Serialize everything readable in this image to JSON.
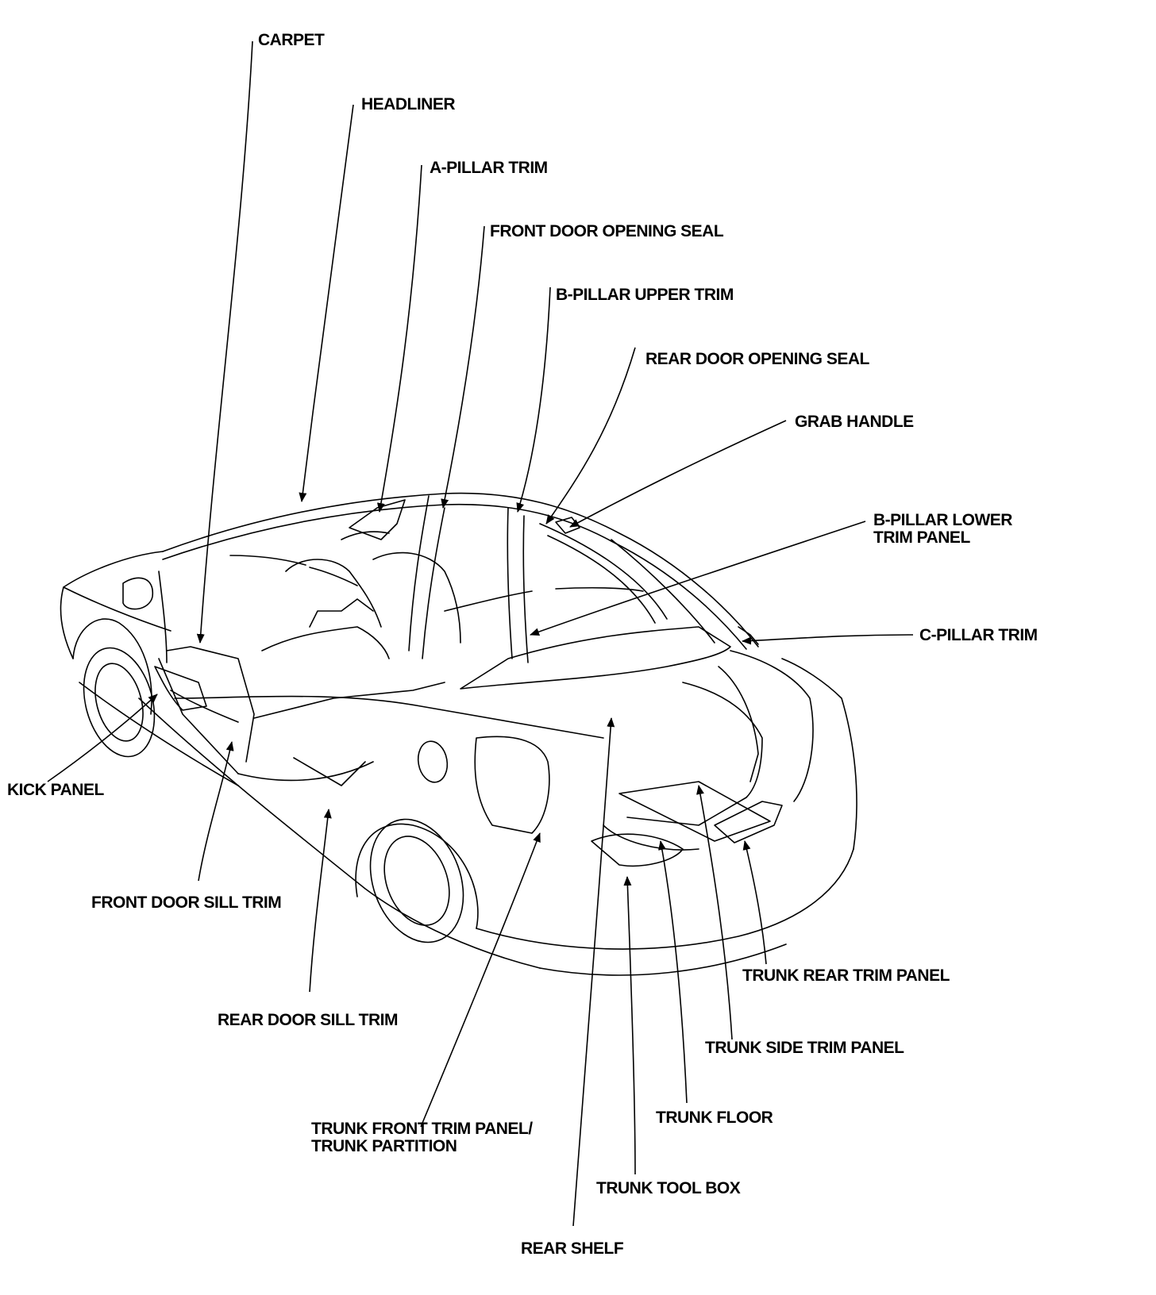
{
  "colors": {
    "ink": "#000000",
    "paper": "#ffffff"
  },
  "labels": {
    "carpet": "CARPET",
    "headliner": "HEADLINER",
    "a_pillar_trim": "A-PILLAR TRIM",
    "front_door_opening_seal": "FRONT DOOR OPENING SEAL",
    "b_pillar_upper_trim": "B-PILLAR UPPER TRIM",
    "rear_door_opening_seal": "REAR DOOR OPENING SEAL",
    "grab_handle": "GRAB HANDLE",
    "b_pillar_lower_trim_panel_line1": "B-PILLAR LOWER",
    "b_pillar_lower_trim_panel_line2": "TRIM PANEL",
    "c_pillar_trim": "C-PILLAR TRIM",
    "kick_panel": "KICK PANEL",
    "front_door_sill_trim": "FRONT DOOR SILL TRIM",
    "rear_door_sill_trim": "REAR DOOR SILL TRIM",
    "trunk_front_trim_panel_line1": "TRUNK FRONT TRIM PANEL/",
    "trunk_front_trim_panel_line2": "TRUNK PARTITION",
    "trunk_tool_box": "TRUNK TOOL BOX",
    "rear_shelf": "REAR SHELF",
    "trunk_floor": "TRUNK FLOOR",
    "trunk_side_trim_panel": "TRUNK SIDE TRIM PANEL",
    "trunk_rear_trim_panel": "TRUNK REAR TRIM PANEL"
  }
}
